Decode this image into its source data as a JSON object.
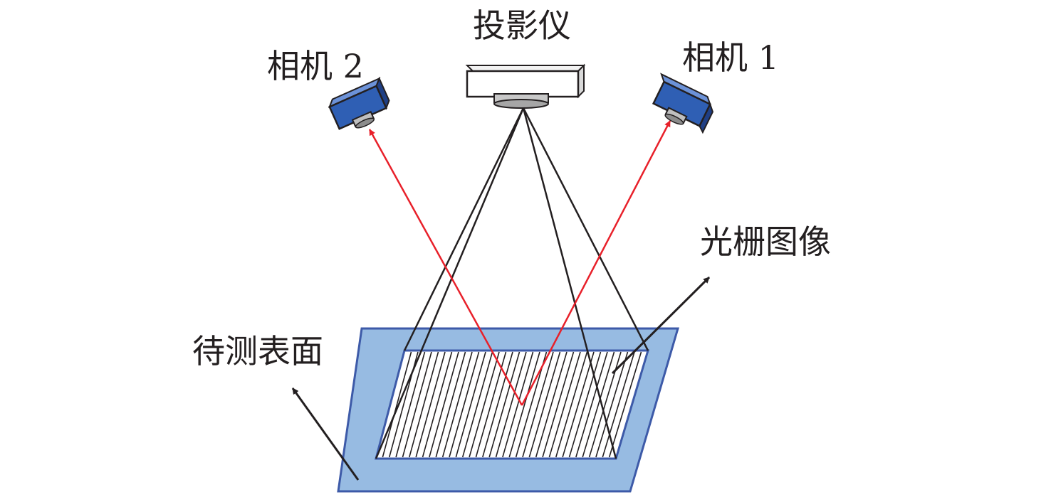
{
  "labels": {
    "projector": "投影仪",
    "camera_left": "相机 2",
    "camera_right": "相机 1",
    "grating_image": "光栅图像",
    "surface": "待测表面"
  },
  "grating": {
    "stripe_count": 36
  },
  "colors": {
    "camera_blue": "#2f5fb4",
    "surface_fill": "#97bbe2",
    "surface_edge": "#3d5aa8",
    "ray_red": "#e8202a",
    "projection_lines": "#231f20",
    "text": "#231f20"
  },
  "icons": [
    "projector-icon",
    "camera-icon",
    "camera-icon"
  ]
}
